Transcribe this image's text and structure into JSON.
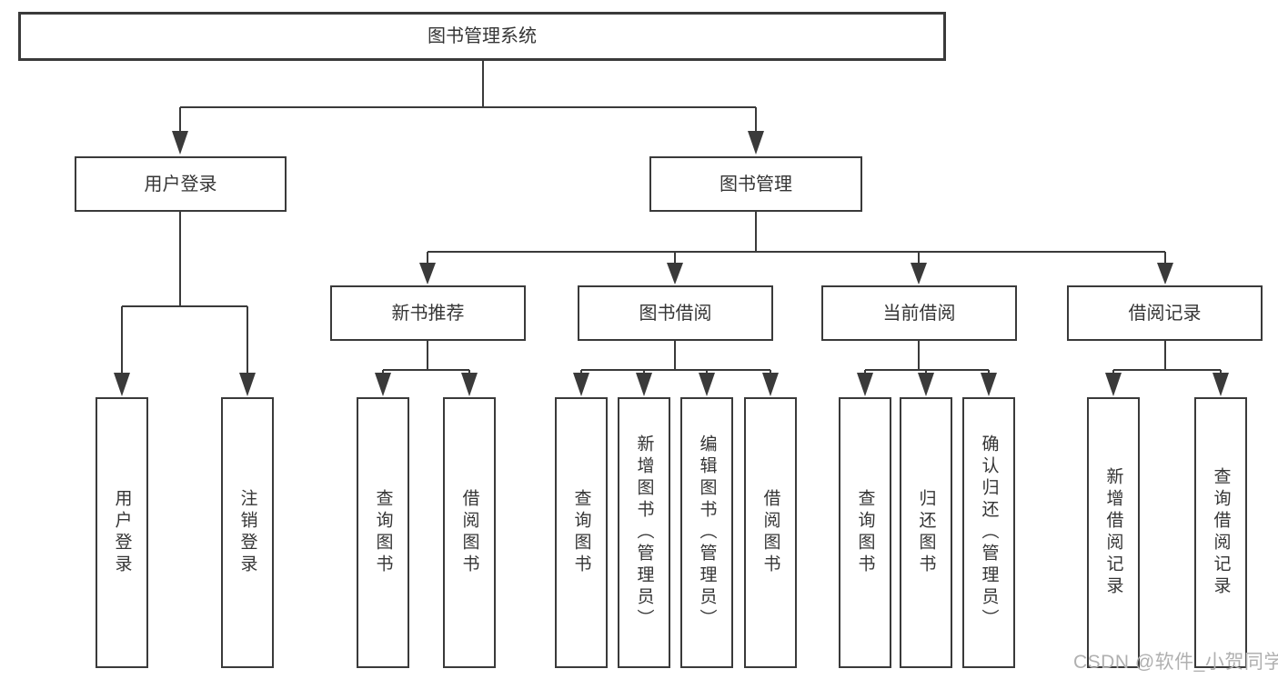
{
  "tree": {
    "root": {
      "label": "图书管理系统"
    },
    "branches": [
      {
        "label": "用户登录",
        "children": [
          {
            "label": "用户登录"
          },
          {
            "label": "注销登录"
          }
        ]
      },
      {
        "label": "图书管理",
        "children": [
          {
            "label": "新书推荐",
            "children": [
              {
                "label": "查询图书"
              },
              {
                "label": "借阅图书"
              }
            ]
          },
          {
            "label": "图书借阅",
            "children": [
              {
                "label": "查询图书"
              },
              {
                "label": "新增图书（管理员）"
              },
              {
                "label": "编辑图书（管理员）"
              },
              {
                "label": "借阅图书"
              }
            ]
          },
          {
            "label": "当前借阅",
            "children": [
              {
                "label": "查询图书"
              },
              {
                "label": "归还图书"
              },
              {
                "label": "确认归还（管理员）"
              }
            ]
          },
          {
            "label": "借阅记录",
            "children": [
              {
                "label": "新增借阅记录"
              },
              {
                "label": "查询借阅记录"
              }
            ]
          }
        ]
      }
    ]
  },
  "watermark": {
    "text": "CSDN @软件_小贺同学"
  },
  "colors": {
    "line": "#3a3a3a",
    "box_fill": "#ffffff",
    "text": "#353535",
    "watermark": "#b0b0b0",
    "background": "#ffffff"
  }
}
